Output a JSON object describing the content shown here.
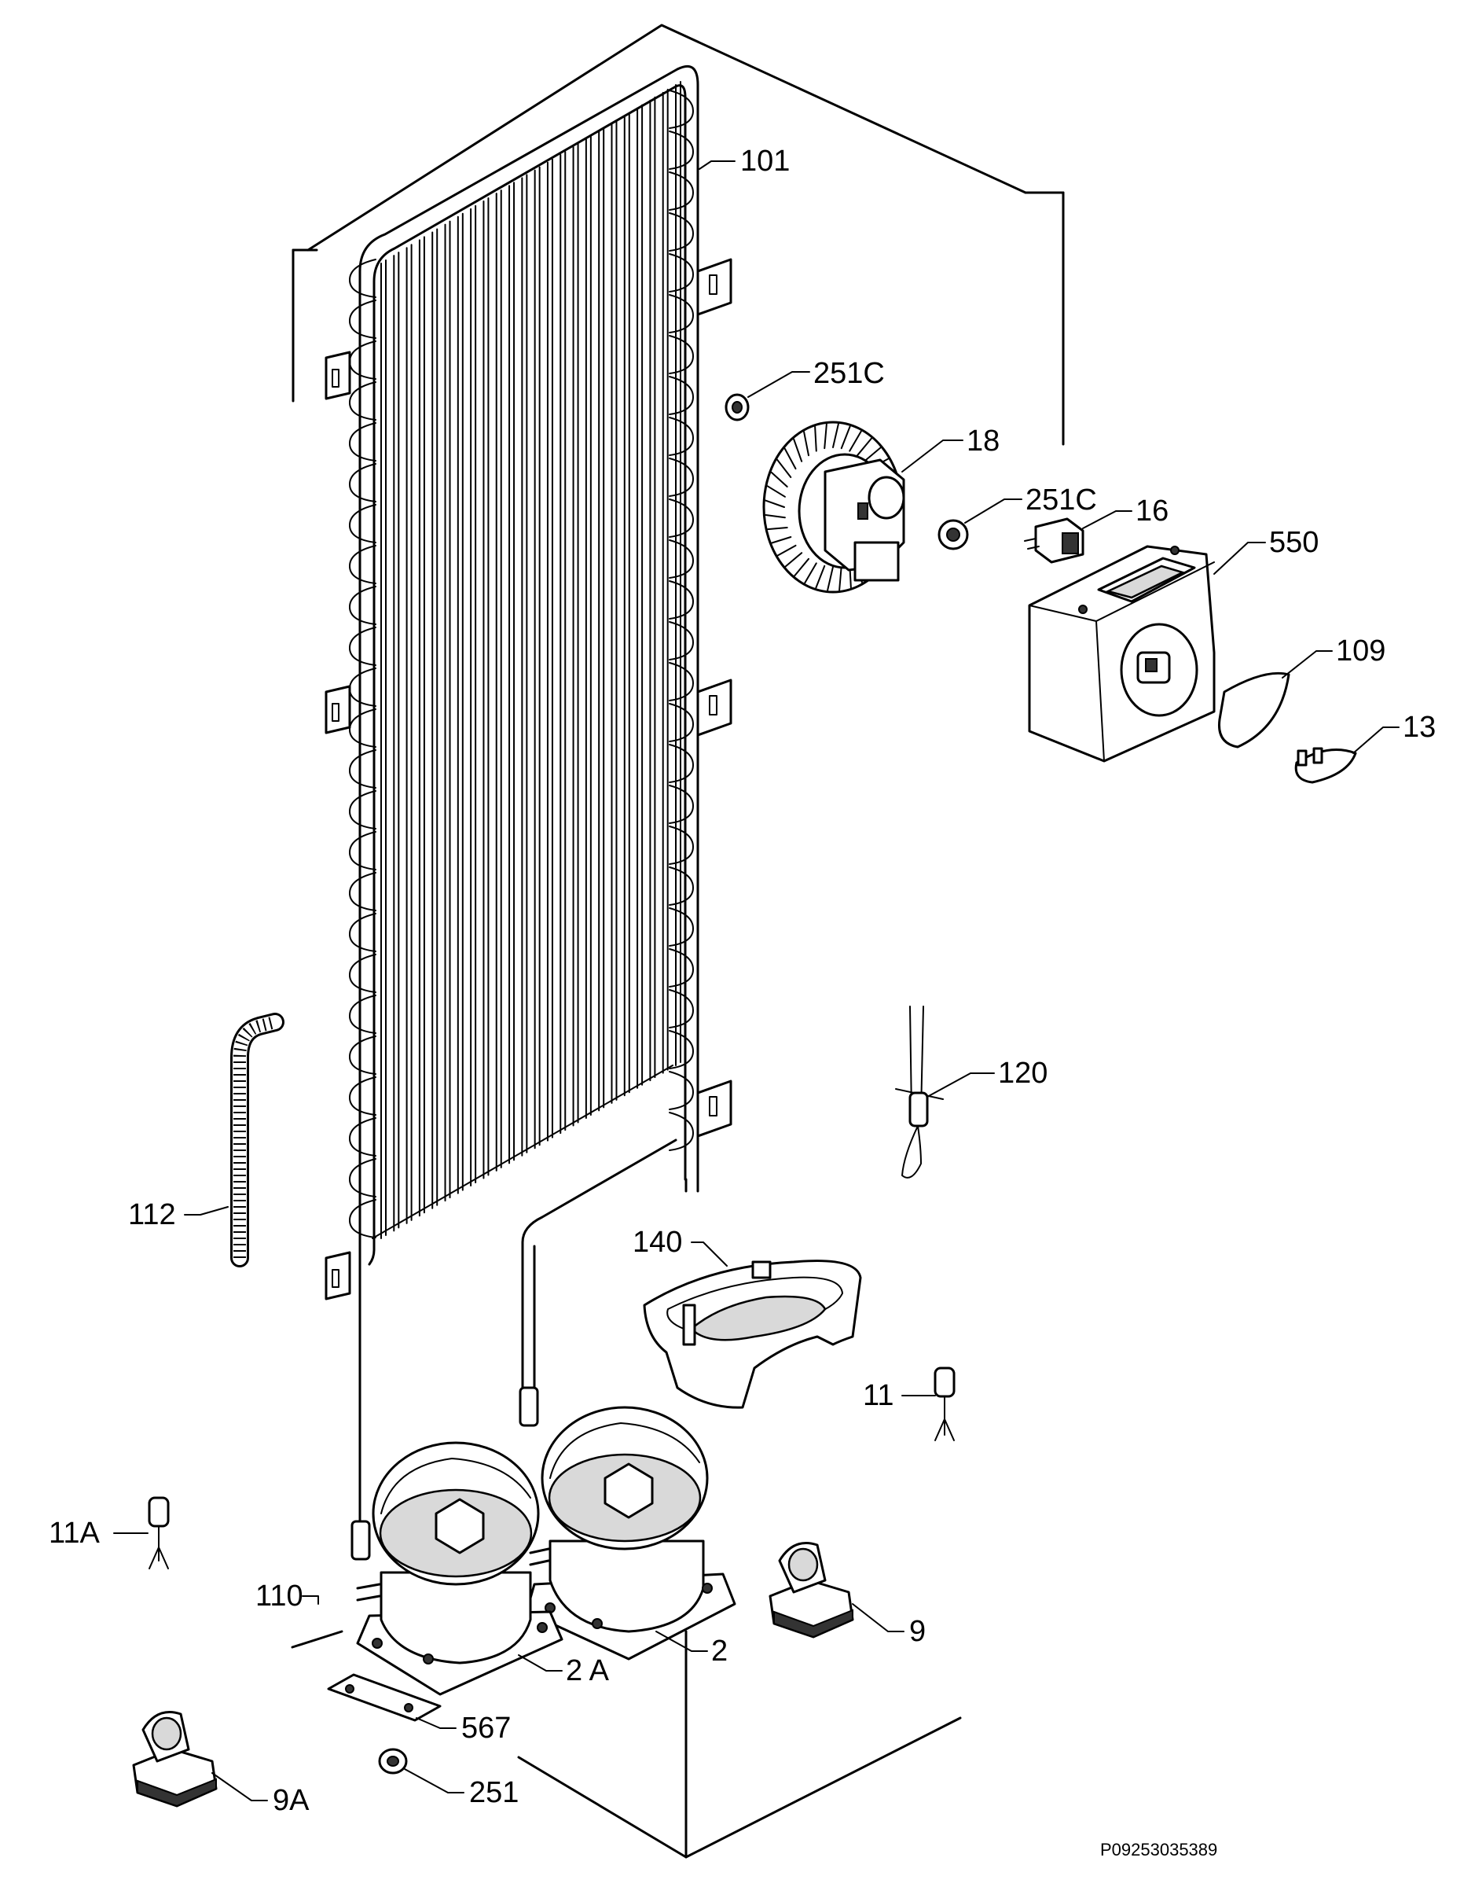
{
  "diagram": {
    "labels": {
      "l101": "101",
      "l251c_a": "251C",
      "l18": "18",
      "l251c_b": "251C",
      "l16": "16",
      "l550": "550",
      "l109": "109",
      "l13": "13",
      "l120": "120",
      "l112": "112",
      "l140": "140",
      "l11": "11",
      "l11a": "11A",
      "l2": "2",
      "l9": "9",
      "l110": "110",
      "l2a": "2 A",
      "l567": "567",
      "l9a": "9A",
      "l251": "251"
    },
    "code": "P09253035389"
  }
}
